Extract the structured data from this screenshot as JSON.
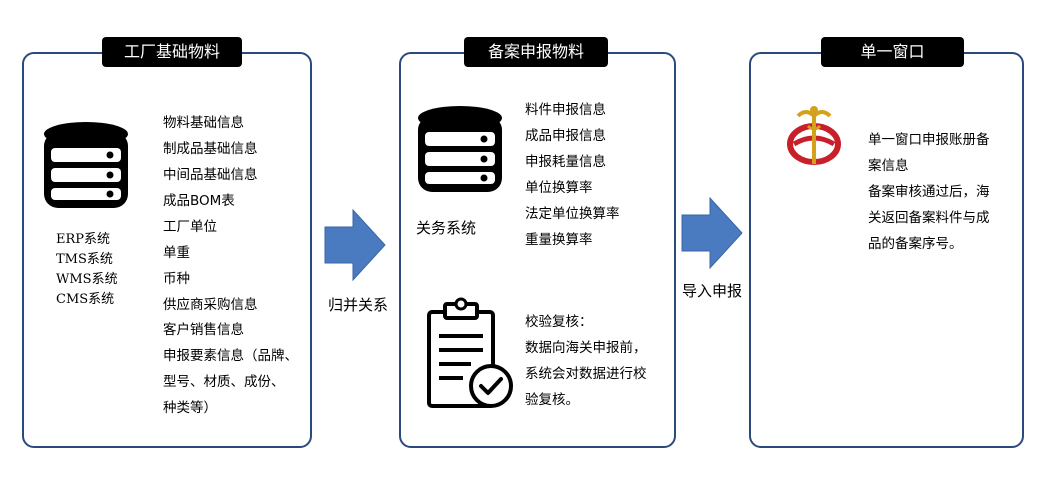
{
  "panels": {
    "factory": {
      "title": "工厂基础物料",
      "systems": [
        "ERP系统",
        "TMS系统",
        "WMS系统",
        "CMS系统"
      ],
      "items": [
        "物料基础信息",
        "制成品基础信息",
        "中间品基础信息",
        "成品BOM表",
        "工厂单位",
        "单重",
        "币种",
        "供应商采购信息",
        "客户销售信息",
        "申报要素信息（品牌、",
        "型号、材质、成份、",
        "种类等）"
      ]
    },
    "filing": {
      "title": "备案申报物料",
      "system": "关务系统",
      "items": [
        "料件申报信息",
        "成品申报信息",
        "申报耗量信息",
        "单位换算率",
        "法定单位换算率",
        "重量换算率"
      ],
      "check_lines": [
        "校验复核：",
        "数据向海关申报前，",
        "系统会对数据进行校",
        "验复核。"
      ]
    },
    "single_window": {
      "title": "单一窗口",
      "lines": [
        "单一窗口申报账册备",
        "案信息",
        "备案审核通过后，海",
        "关返回备案料件与成",
        "品的备案序号。"
      ]
    }
  },
  "arrows": {
    "merge_label": "归并关系",
    "import_label": "导入申报"
  },
  "colors": {
    "border": "#2a4a7b",
    "arrow": "#4a7ac0",
    "title_bg": "#000000"
  }
}
